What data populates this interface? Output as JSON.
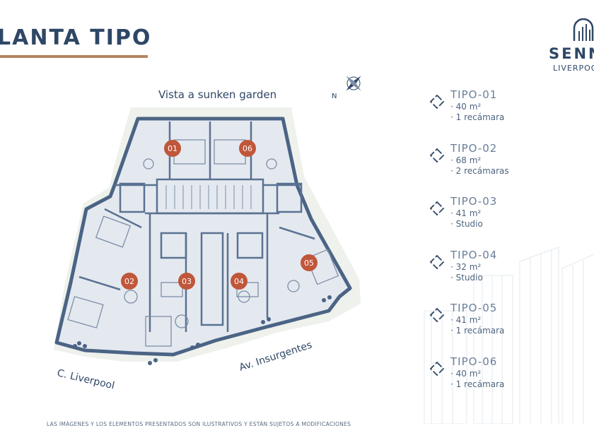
{
  "page": {
    "title": "LANTA TIPO",
    "accent_color": "#b3865f",
    "primary_color": "#2f4766"
  },
  "brand": {
    "name": "SENN",
    "subtitle": "LIVERPOOL",
    "logo_icon": "building-arch-icon"
  },
  "compass": {
    "label": "N",
    "icon": "compass-rose-icon"
  },
  "plan": {
    "view_label": "Vista a sunken garden",
    "street_left": "C. Liverpool",
    "street_right": "Av. Insurgentes",
    "unit_markers": [
      "01",
      "06",
      "02",
      "03",
      "04",
      "05"
    ]
  },
  "units": [
    {
      "name": "TIPO-01",
      "area": "· 40 m²",
      "rooms": "· 1 recámara",
      "icon": "diamond-bracket-icon"
    },
    {
      "name": "TIPO-02",
      "area": "· 68 m²",
      "rooms": "· 2 recámaras",
      "icon": "diamond-bracket-icon"
    },
    {
      "name": "TIPO-03",
      "area": "· 41 m²",
      "rooms": "· Studio",
      "icon": "diamond-bracket-icon"
    },
    {
      "name": "TIPO-04",
      "area": "· 32 m²",
      "rooms": "· Studio",
      "icon": "diamond-bracket-icon"
    },
    {
      "name": "TIPO-05",
      "area": "· 41 m²",
      "rooms": "· 1 recámara",
      "icon": "diamond-bracket-icon"
    },
    {
      "name": "TIPO-06",
      "area": "· 40 m²",
      "rooms": "· 1 recámara",
      "icon": "diamond-bracket-icon"
    }
  ],
  "footer": {
    "disclaimer": "LAS IMÁGENES Y LOS ELEMENTOS PRESENTADOS SON ILUSTRATIVOS Y ESTÁN SUJETOS A MODIFICACIONES"
  }
}
